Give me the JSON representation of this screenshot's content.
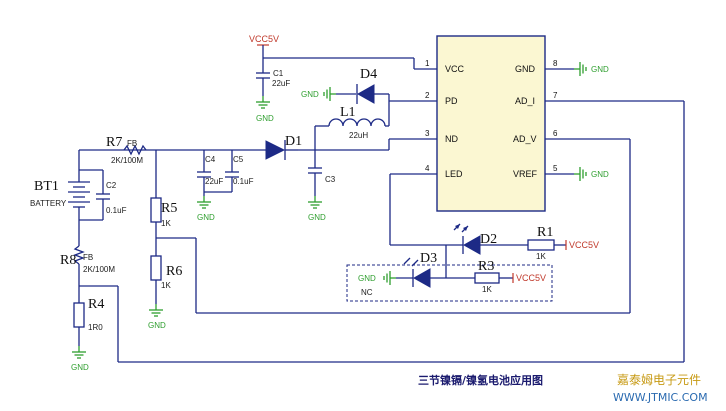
{
  "ic": {
    "pins": [
      {
        "num": "1",
        "label": "VCC"
      },
      {
        "num": "2",
        "label": "PD"
      },
      {
        "num": "3",
        "label": "ND"
      },
      {
        "num": "4",
        "label": "LED"
      },
      {
        "num": "8",
        "label": "GND"
      },
      {
        "num": "7",
        "label": "AD_I"
      },
      {
        "num": "6",
        "label": "AD_V"
      },
      {
        "num": "5",
        "label": "VREF"
      }
    ]
  },
  "components": {
    "bt1": {
      "ref": "BT1",
      "value": "BATTERY"
    },
    "c2": {
      "ref": "C2",
      "value": "0.1uF"
    },
    "r7": {
      "ref": "R7",
      "tag": "FB",
      "value": "2K/100M"
    },
    "r8": {
      "ref": "R8",
      "tag": "FB",
      "value": "2K/100M"
    },
    "r4": {
      "ref": "R4",
      "value": "1R0"
    },
    "r5": {
      "ref": "R5",
      "value": "1K"
    },
    "r6": {
      "ref": "R6",
      "value": "1K"
    },
    "c4": {
      "ref": "C4",
      "value": "22uF"
    },
    "c5": {
      "ref": "C5",
      "value": "0.1uF"
    },
    "c1": {
      "ref": "C1",
      "value": "22uF"
    },
    "c3": {
      "ref": "C3"
    },
    "d1": {
      "ref": "D1"
    },
    "d2": {
      "ref": "D2"
    },
    "d3": {
      "ref": "D3"
    },
    "d4": {
      "ref": "D4"
    },
    "l1": {
      "ref": "L1",
      "value": "22uH"
    },
    "r1": {
      "ref": "R1",
      "value": "1K"
    },
    "r3": {
      "ref": "R3",
      "value": "1K"
    }
  },
  "nets": {
    "vcc": "VCC5V",
    "gnd": "GND",
    "nc": "NC"
  },
  "caption": "三节镍镉/镍氢电池应用图",
  "watermark": {
    "line1": "嘉泰姆电子元件",
    "line2": "WWW.JTMIC.COM"
  },
  "colors": {
    "wire": "#1d2a86",
    "ground": "#2e9e2e",
    "vcc_net": "#c0392b",
    "ic_body": "#fbf7d2",
    "diode_fill": "#1d2a86"
  }
}
